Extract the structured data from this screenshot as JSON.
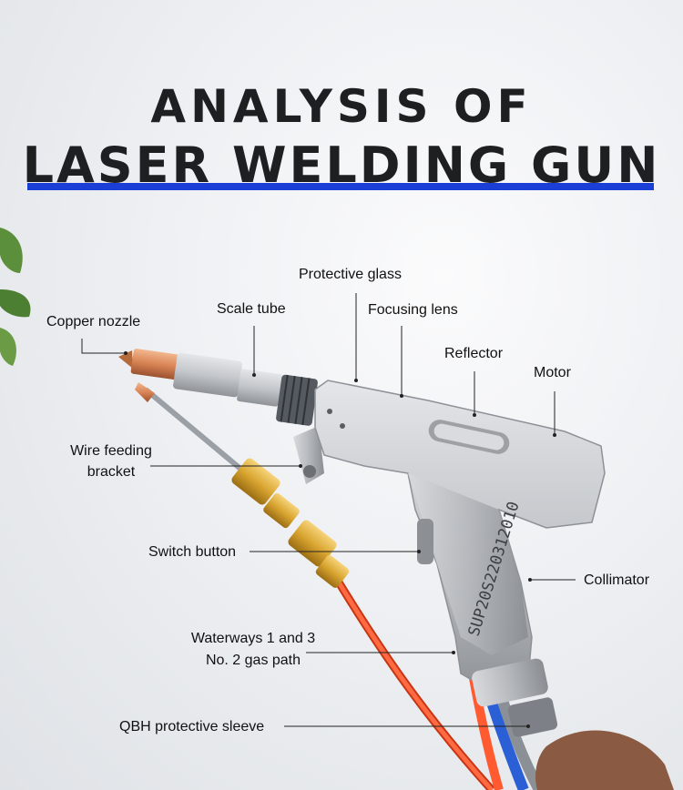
{
  "title": {
    "line1": "ANALYSIS OF",
    "line2": "LASER WELDING GUN"
  },
  "gun_serial": "SUP20S220312010",
  "labels": {
    "protective_glass": "Protective glass",
    "scale_tube": "Scale tube",
    "focusing_lens": "Focusing lens",
    "copper_nozzle": "Copper nozzle",
    "reflector": "Reflector",
    "motor": "Motor",
    "wire_feeding_line1": "Wire feeding",
    "wire_feeding_line2": "bracket",
    "switch_button": "Switch button",
    "collimator": "Collimator",
    "waterways_line1": "Waterways 1 and 3",
    "waterways_line2": "No. 2 gas path",
    "qbh_sleeve": "QBH protective sleeve"
  },
  "colors": {
    "accent_bar": "#1b3fd6",
    "title_text": "#1e1f20",
    "hose": "#f2441f",
    "body": "#b9bcc0"
  }
}
